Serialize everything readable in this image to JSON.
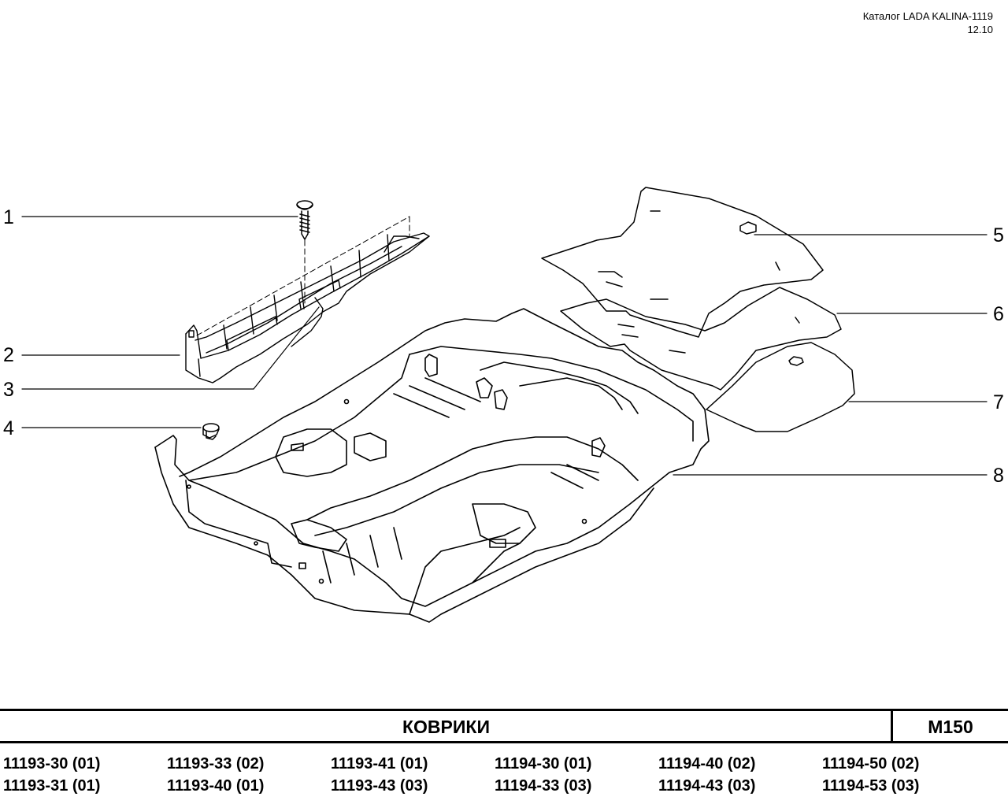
{
  "header": {
    "catalog": "Каталог LADA KALINA-1119",
    "date": "12.10"
  },
  "callouts": [
    "1",
    "2",
    "3",
    "4",
    "5",
    "6",
    "7",
    "8"
  ],
  "title_block": {
    "title": "КОВРИКИ",
    "code": "M150"
  },
  "models": [
    [
      "11193-30 (01)",
      "11193-31 (01)"
    ],
    [
      "11193-33 (02)",
      "11193-40 (01)"
    ],
    [
      "11193-41 (01)",
      "11193-43 (03)"
    ],
    [
      "11194-30 (01)",
      "11194-33 (03)"
    ],
    [
      "11194-40 (02)",
      "11194-43 (03)"
    ],
    [
      "11194-50 (02)",
      "11194-53 (03)"
    ]
  ]
}
